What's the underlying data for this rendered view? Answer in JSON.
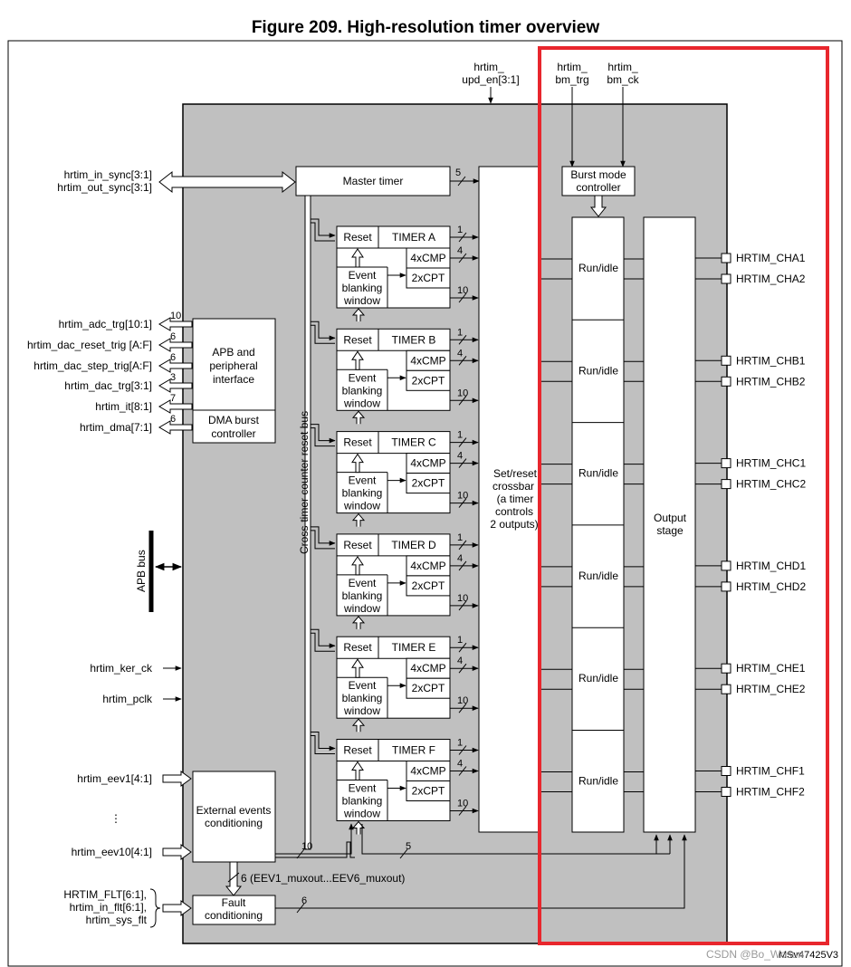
{
  "title": "Figure 209. High-resolution timer overview",
  "top_inputs": {
    "upd_en_1": "hrtim_",
    "upd_en_2": "upd_en[3:1]",
    "bm_trg_1": "hrtim_",
    "bm_trg_2": "bm_trg",
    "bm_ck_1": "hrtim_",
    "bm_ck_2": "bm_ck"
  },
  "left_signals": {
    "in_sync": "hrtim_in_sync[3:1]",
    "out_sync": "hrtim_out_sync[3:1]",
    "adc_trg": "hrtim_adc_trg[10:1]",
    "dac_reset_trig": "hrtim_dac_reset_trig [A:F]",
    "dac_step_trig": "hrtim_dac_step_trig[A:F]",
    "dac_trg": "hrtim_dac_trg[3:1]",
    "it": "hrtim_it[8:1]",
    "dma": "hrtim_dma[7:1]",
    "apb_bus": "APB bus",
    "ker_ck": "hrtim_ker_ck",
    "pclk": "hrtim_pclk",
    "eev1": "hrtim_eev1[4:1]",
    "eev_dots": "⋮",
    "eev10": "hrtim_eev10[4:1]",
    "flt_1": "HRTIM_FLT[6:1],",
    "flt_2": "hrtim_in_flt[6:1],",
    "flt_3": "hrtim_sys_flt"
  },
  "bus_widths": {
    "adc": "10",
    "dac_reset": "6",
    "dac_step": "6",
    "dac_trg": "3",
    "it": "7",
    "dma": "6",
    "master_out": "5",
    "tim_1": "1",
    "tim_4": "4",
    "tim_10": "10",
    "eev_10": "10",
    "eev_5": "5",
    "fault_6": "6",
    "eev_mux": "6 (EEV1_muxout...EEV6_muxout)"
  },
  "blocks": {
    "master_timer": "Master timer",
    "apb_1": "APB and",
    "apb_2": "peripheral",
    "apb_3": "interface",
    "dma_1": "DMA burst",
    "dma_2": "controller",
    "cross_bus": "Cross-timer counter reset bus",
    "crossbar_1": "Set/reset",
    "crossbar_2": "crossbar",
    "crossbar_3": "(a timer",
    "crossbar_4": "controls",
    "crossbar_5": "2 outputs)",
    "burst_1": "Burst mode",
    "burst_2": "controller",
    "run_idle": "Run/idle",
    "output_1": "Output",
    "output_2": "stage",
    "ext_1": "External events",
    "ext_2": "conditioning",
    "fault_1": "Fault",
    "fault_2": "conditioning"
  },
  "timer_sub": {
    "reset": "Reset",
    "cmp": "4xCMP",
    "cpt": "2xCPT",
    "event_1": "Event",
    "event_2": "blanking",
    "event_3": "window"
  },
  "timers": [
    {
      "name": "TIMER A",
      "out1": "HRTIM_CHA1",
      "out2": "HRTIM_CHA2"
    },
    {
      "name": "TIMER B",
      "out1": "HRTIM_CHB1",
      "out2": "HRTIM_CHB2"
    },
    {
      "name": "TIMER C",
      "out1": "HRTIM_CHC1",
      "out2": "HRTIM_CHC2"
    },
    {
      "name": "TIMER D",
      "out1": "HRTIM_CHD1",
      "out2": "HRTIM_CHD2"
    },
    {
      "name": "TIMER E",
      "out1": "HRTIM_CHE1",
      "out2": "HRTIM_CHE2"
    },
    {
      "name": "TIMER F",
      "out1": "HRTIM_CHF1",
      "out2": "HRTIM_CHF2"
    }
  ],
  "footer": {
    "ref": "MSv47425V3",
    "watermark": "CSDN @Bo_Wosun"
  },
  "colors": {
    "panel": "#c0c0c0",
    "highlight": "#e8262d",
    "line": "#000000"
  }
}
